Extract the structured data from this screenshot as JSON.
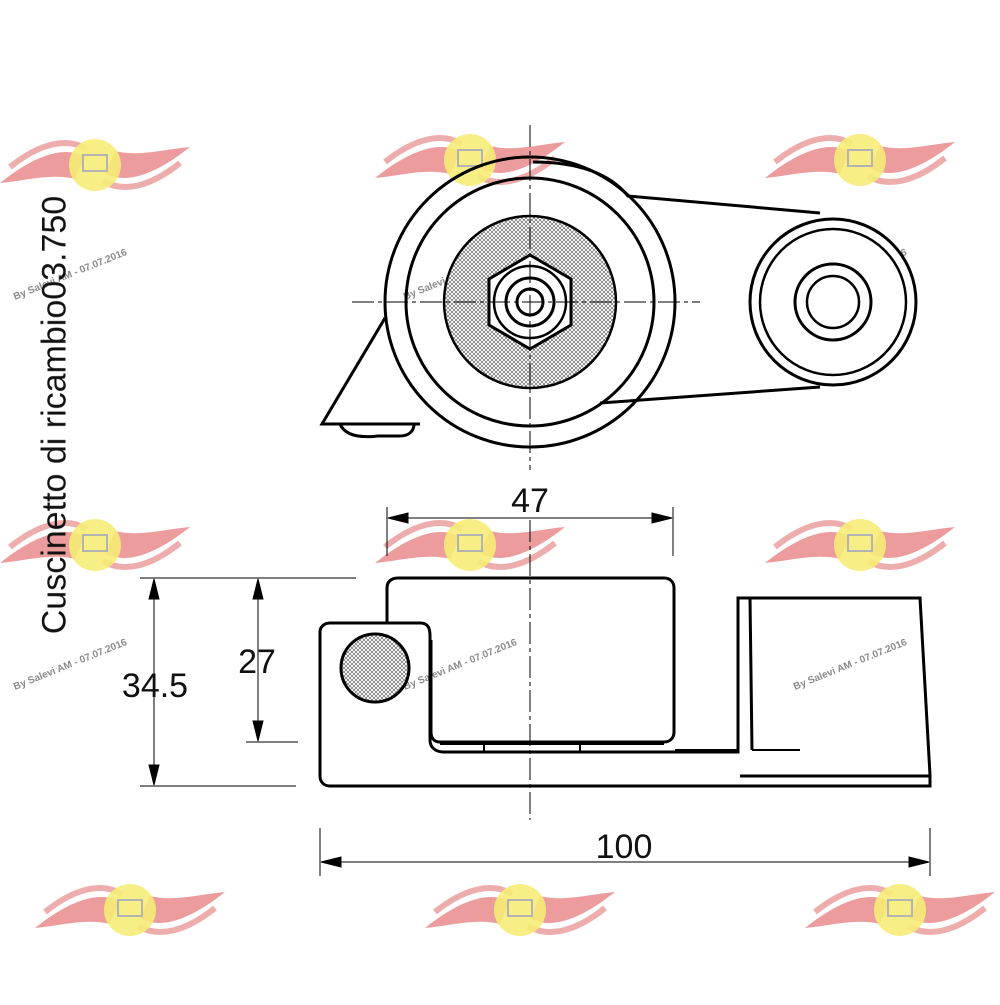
{
  "title": "Cuscinetto di ricambio03.750",
  "dimensions": {
    "outer_diameter": "47",
    "height_inner": "27",
    "height_total": "34.5",
    "length": "100"
  },
  "watermark": {
    "text": "By Salevi AM - 07.07.2016",
    "logo": "wing-logo",
    "color_red": "#e05a5a",
    "color_yellow": "#f3e84a"
  },
  "colors": {
    "line": "#000000",
    "background": "#ffffff"
  }
}
